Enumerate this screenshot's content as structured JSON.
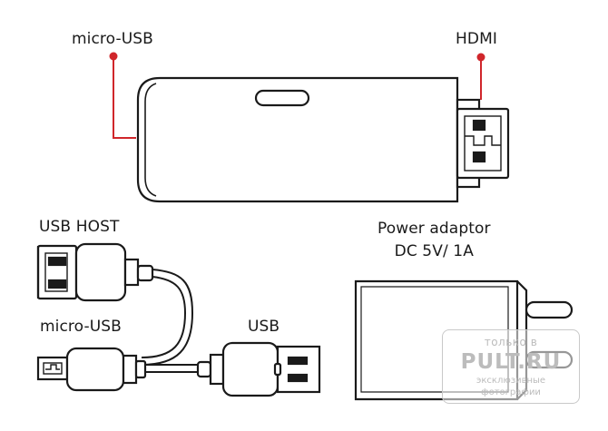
{
  "labels": {
    "micro_usb_top": "micro-USB",
    "hdmi": "HDMI",
    "usb_host": "USB HOST",
    "micro_usb_bottom": "micro-USB",
    "usb": "USB",
    "power_line1": "Power adaptor",
    "power_line2": "DC 5V/ 1A"
  },
  "watermark": {
    "top": "только в",
    "brand": "PULT.RU",
    "bottom_line1": "эксклюзивные",
    "bottom_line2": "фотографии"
  },
  "colors": {
    "callout": "#d0262b",
    "outline": "#1a1a1a",
    "watermark": "#bcbcbc"
  }
}
